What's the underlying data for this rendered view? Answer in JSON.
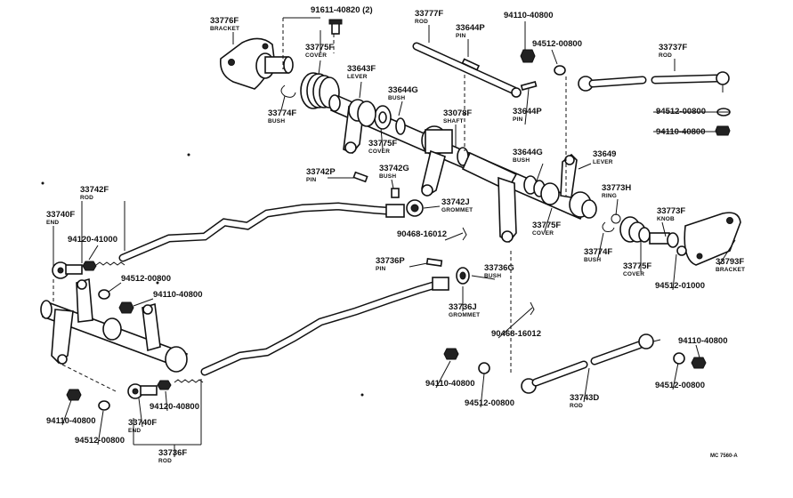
{
  "labels": [
    {
      "id": "l1",
      "pn": "91611-40820 (2)",
      "name": ""
    },
    {
      "id": "l2",
      "pn": "33776F",
      "name": "BRACKET"
    },
    {
      "id": "l3",
      "pn": "33777F",
      "name": "ROD"
    },
    {
      "id": "l4",
      "pn": "33644P",
      "name": "PIN"
    },
    {
      "id": "l5",
      "pn": "94110-40800",
      "name": ""
    },
    {
      "id": "l6",
      "pn": "94512-00800",
      "name": ""
    },
    {
      "id": "l7",
      "pn": "33737F",
      "name": "ROD"
    },
    {
      "id": "l8",
      "pn": "33775F",
      "name": "COVER"
    },
    {
      "id": "l9",
      "pn": "33643F",
      "name": "LEVER"
    },
    {
      "id": "l10",
      "pn": "33644G",
      "name": "BUSH"
    },
    {
      "id": "l11",
      "pn": "33774F",
      "name": "BUSH"
    },
    {
      "id": "l12",
      "pn": "33078F",
      "name": "SHAFT"
    },
    {
      "id": "l13",
      "pn": "33644P",
      "name": "PIN"
    },
    {
      "id": "l14",
      "pn": "94512-00800",
      "name": ""
    },
    {
      "id": "l15",
      "pn": "94110-40800",
      "name": ""
    },
    {
      "id": "l16",
      "pn": "33775F",
      "name": "COVER"
    },
    {
      "id": "l17",
      "pn": "33644G",
      "name": "BUSH"
    },
    {
      "id": "l18",
      "pn": "33649",
      "name": "LEVER"
    },
    {
      "id": "l19",
      "pn": "33742P",
      "name": "PIN"
    },
    {
      "id": "l20",
      "pn": "33742G",
      "name": "BUSH"
    },
    {
      "id": "l21",
      "pn": "33773H",
      "name": "RING"
    },
    {
      "id": "l22",
      "pn": "33742F",
      "name": "ROD"
    },
    {
      "id": "l23",
      "pn": "33742J",
      "name": "GROMMET"
    },
    {
      "id": "l24",
      "pn": "33773F",
      "name": "KNOB"
    },
    {
      "id": "l25",
      "pn": "33740F",
      "name": "END"
    },
    {
      "id": "l26",
      "pn": "94120-41000",
      "name": ""
    },
    {
      "id": "l27",
      "pn": "90468-16012",
      "name": ""
    },
    {
      "id": "l28",
      "pn": "33775F",
      "name": "COVER"
    },
    {
      "id": "l29",
      "pn": "33774F",
      "name": "BUSH"
    },
    {
      "id": "l30",
      "pn": "33793F",
      "name": "BRACKET"
    },
    {
      "id": "l31",
      "pn": "33775F",
      "name": "COVER"
    },
    {
      "id": "l32",
      "pn": "33736P",
      "name": "PIN"
    },
    {
      "id": "l33",
      "pn": "33736G",
      "name": "BUSH"
    },
    {
      "id": "l34",
      "pn": "94512-01000",
      "name": ""
    },
    {
      "id": "l35",
      "pn": "94512-00800",
      "name": ""
    },
    {
      "id": "l36",
      "pn": "94110-40800",
      "name": ""
    },
    {
      "id": "l37",
      "pn": "33736J",
      "name": "GROMMET"
    },
    {
      "id": "l38",
      "pn": "90468-16012",
      "name": ""
    },
    {
      "id": "l39",
      "pn": "94110-40800",
      "name": ""
    },
    {
      "id": "l40",
      "pn": "94512-00800",
      "name": ""
    },
    {
      "id": "l41",
      "pn": "94110-40800",
      "name": ""
    },
    {
      "id": "l42",
      "pn": "94512-00800",
      "name": ""
    },
    {
      "id": "l43",
      "pn": "33743D",
      "name": "ROD"
    },
    {
      "id": "l44",
      "pn": "94120-40800",
      "name": ""
    },
    {
      "id": "l45",
      "pn": "94110-40800",
      "name": ""
    },
    {
      "id": "l46",
      "pn": "94512-00800",
      "name": ""
    },
    {
      "id": "l47",
      "pn": "33740F",
      "name": "END"
    },
    {
      "id": "l48",
      "pn": "33736F",
      "name": "ROD"
    }
  ],
  "reference": "MC 7560-A"
}
